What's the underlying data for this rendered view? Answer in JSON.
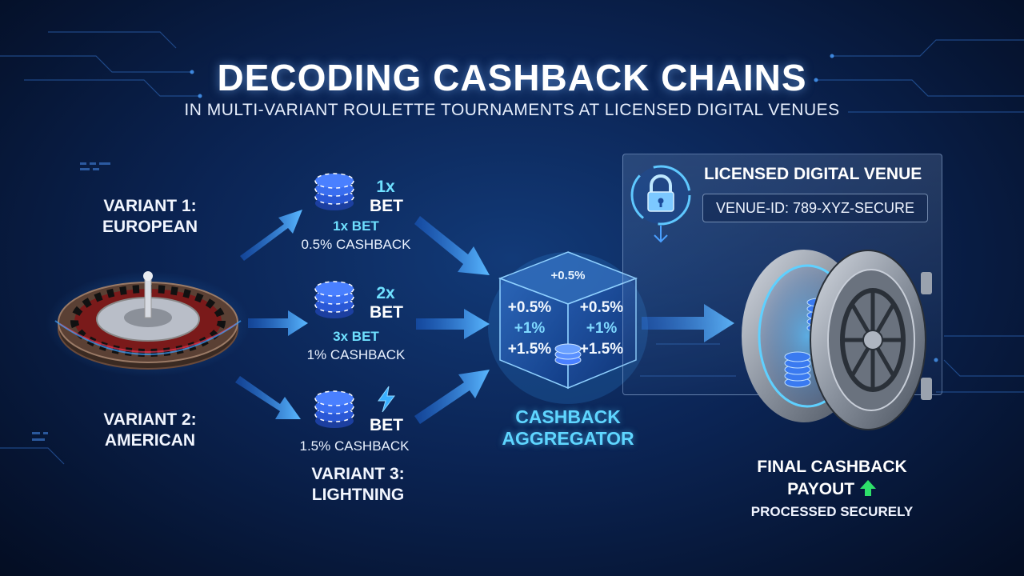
{
  "title": "DECODING CASHBACK CHAINS",
  "subtitle": "IN MULTI-VARIANT ROULETTE TOURNAMENTS AT LICENSED DIGITAL VENUES",
  "variants": {
    "v1_line1": "VARIANT 1:",
    "v1_line2": "EUROPEAN",
    "v2_line1": "VARIANT 2:",
    "v2_line2": "AMERICAN",
    "v3_line1": "VARIANT 3:",
    "v3_line2": "LIGHTNING"
  },
  "chips": {
    "c1_mult": "1x",
    "c1_bet": "BET",
    "c1_sub": "1x BET",
    "c1_cashback": "0.5% CASHBACK",
    "c2_mult": "2x",
    "c2_bet": "BET",
    "c2_sub": "3x BET",
    "c2_cashback": "1% CASHBACK",
    "c3_bet": "BET",
    "c3_cashback": "1.5% CASHBACK"
  },
  "aggregator": {
    "top": "+0.5%",
    "left": [
      "+0.5%",
      "+1%",
      "+1.5%"
    ],
    "right": [
      "+0.5%",
      "+1%",
      "+1.5%"
    ],
    "label_line1": "CASHBACK",
    "label_line2": "AGGREGATOR"
  },
  "venue": {
    "title": "LICENSED DIGITAL VENUE",
    "id": "VENUE-ID: 789-XYZ-SECURE"
  },
  "payout": {
    "line1": "FINAL CASHBACK",
    "line2": "PAYOUT",
    "processed": "PROCESSED SECURELY"
  },
  "colors": {
    "accent_cyan": "#5fd6ff",
    "arrow_blue": "#3a8dff",
    "payout_green": "#2ee06a",
    "background": "#0b2454"
  },
  "icons": [
    "roulette-wheel-icon",
    "chip-stack-icon",
    "lightning-icon",
    "lock-icon",
    "vault-icon",
    "up-arrow-icon"
  ]
}
